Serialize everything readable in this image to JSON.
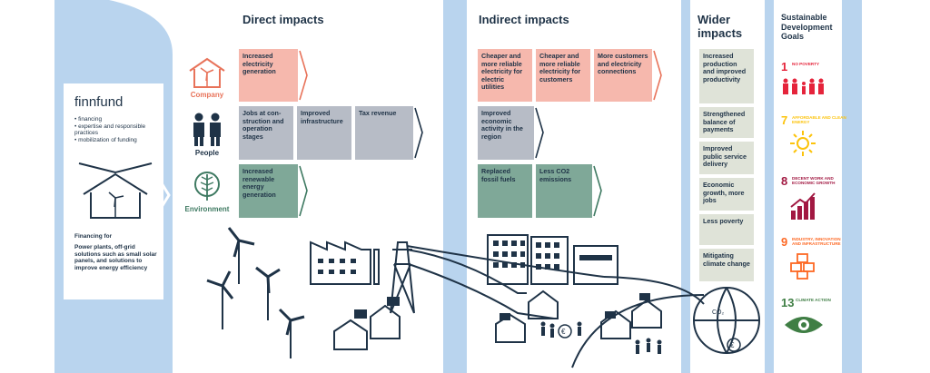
{
  "headers": {
    "direct": "Direct impacts",
    "indirect": "Indirect impacts",
    "wider": "Wider impacts",
    "sdg": "Sustainable Development Goals"
  },
  "finnfund": {
    "logo": "finnfund",
    "list": [
      "• financing",
      "• expertise and responsible practices",
      "• mobilization of funding"
    ],
    "financing_title": "Financing for",
    "financing_text": "Power plants, off-grid solutions such as small solar panels, and solutions to improve energy efficiency"
  },
  "rows": {
    "company": "Company",
    "people": "People",
    "environment": "Environment"
  },
  "direct": {
    "company": [
      "Increased electricity generation"
    ],
    "people": [
      "Jobs at con-struction and operation stages",
      "Improved infrastructure",
      "Tax revenue"
    ],
    "environment": [
      "Increased renewable energy generation"
    ]
  },
  "indirect": {
    "company": [
      "Cheaper and more reliable electricity for electric utilities",
      "Cheaper and more reliable electricity for customers",
      "More customers and electricity connections"
    ],
    "people": [
      "Improved economic activity in the region"
    ],
    "environment": [
      "Replaced fossil fuels",
      "Less CO2 emissions"
    ]
  },
  "wider": [
    "Increased production and improved productivity",
    "Strengthened balance of payments",
    "Improved public service delivery",
    "Economic growth, more jobs",
    "Less poverty",
    "Mitigating climate change"
  ],
  "sdgs": [
    {
      "num": "1",
      "text": "NO POVERTY",
      "color": "#e5243b"
    },
    {
      "num": "7",
      "text": "AFFORDABLE AND CLEAN ENERGY",
      "color": "#fcc30b"
    },
    {
      "num": "8",
      "text": "DECENT WORK AND ECONOMIC GROWTH",
      "color": "#a21942"
    },
    {
      "num": "9",
      "text": "INDUSTRY, INNOVATION AND INFRASTRUCTURE",
      "color": "#fd6925"
    },
    {
      "num": "13",
      "text": "CLIMATE ACTION",
      "color": "#3f7e44"
    }
  ],
  "icons": {
    "co2_label": "CO₂",
    "euro": "€"
  },
  "colors": {
    "pink": "#f6b8ad",
    "grey": "#b7bcc6",
    "green": "#7fa898",
    "navy": "#1f3347",
    "company_orange": "#e8735a",
    "env_green": "#3f7a62"
  }
}
